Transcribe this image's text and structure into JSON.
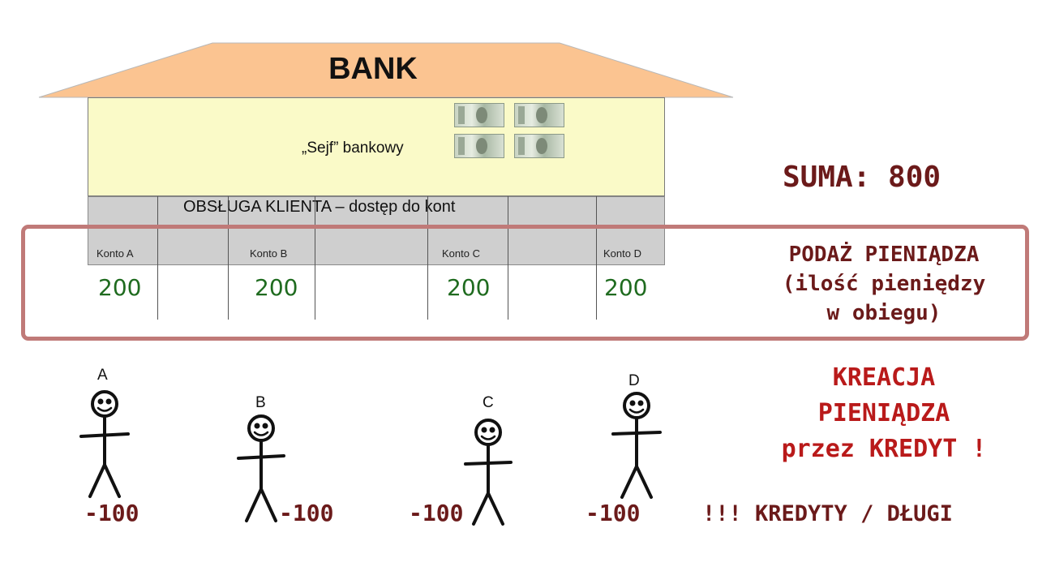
{
  "bank": {
    "title": "BANK",
    "vault_label": "„Sejf” bankowy",
    "service_label": "OBSŁUGA KLIENTA – dostęp do kont"
  },
  "accounts": [
    {
      "label": "Konto A",
      "amount": "200"
    },
    {
      "label": "Konto B",
      "amount": "200"
    },
    {
      "label": "Konto C",
      "amount": "200"
    },
    {
      "label": "Konto D",
      "amount": "200"
    }
  ],
  "suma": "SUMA: 800",
  "supply": {
    "line1": "PODAŻ PIENIĄDZA",
    "line2": "(ilość pieniędzy",
    "line3": "w obiegu)"
  },
  "kreacja": {
    "line1": "KREACJA",
    "line2": "PIENIĄDZA",
    "line3": "przez KREDYT !"
  },
  "debt_label": "!!! KREDYTY / DŁUGI",
  "people": [
    {
      "letter": "A",
      "debt": "-100"
    },
    {
      "letter": "B",
      "debt": "-100"
    },
    {
      "letter": "C",
      "debt": "-100"
    },
    {
      "letter": "D",
      "debt": "-100"
    }
  ],
  "colors": {
    "roof": "#fbc491",
    "vault": "#fafac8",
    "service": "#cfcfcf",
    "frame": "#c07a78",
    "amount": "#1f6b1f",
    "dark_red": "#6b1a1a",
    "red": "#b91a1a"
  },
  "icons": [
    "banknote-icon",
    "stick-figure-icon"
  ]
}
